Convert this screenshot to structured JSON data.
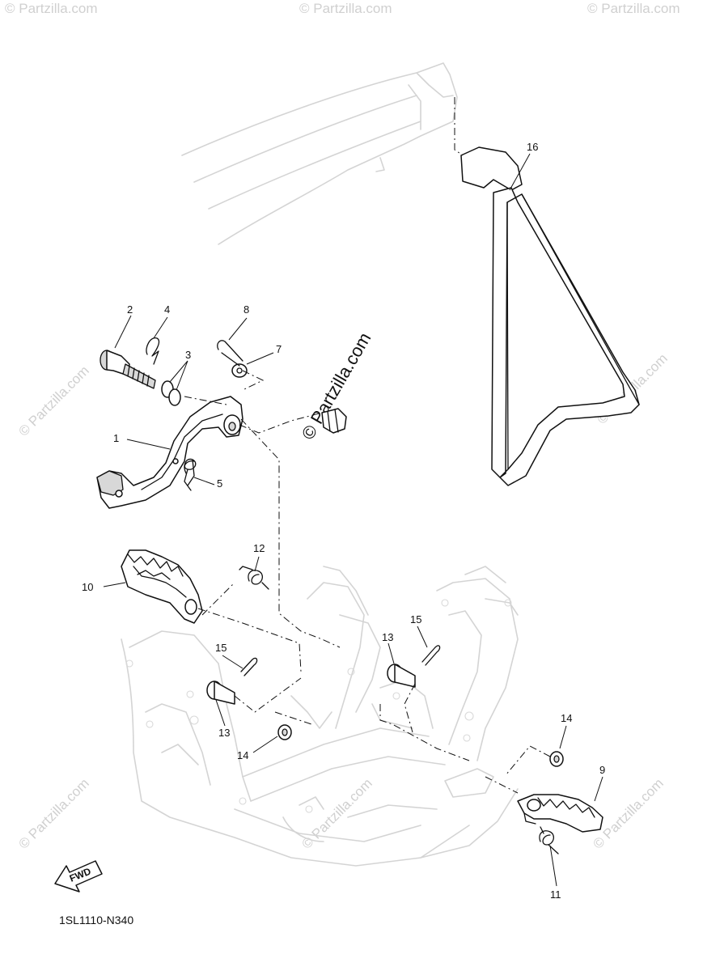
{
  "diagram": {
    "code": "1SL1110-N340",
    "fwd_label": "FWD",
    "watermark": "© Partzilla.com",
    "callouts": [
      "1",
      "2",
      "3",
      "4",
      "5",
      "7",
      "8",
      "9",
      "10",
      "11",
      "12",
      "13",
      "13",
      "14",
      "14",
      "15",
      "15",
      "16"
    ]
  }
}
